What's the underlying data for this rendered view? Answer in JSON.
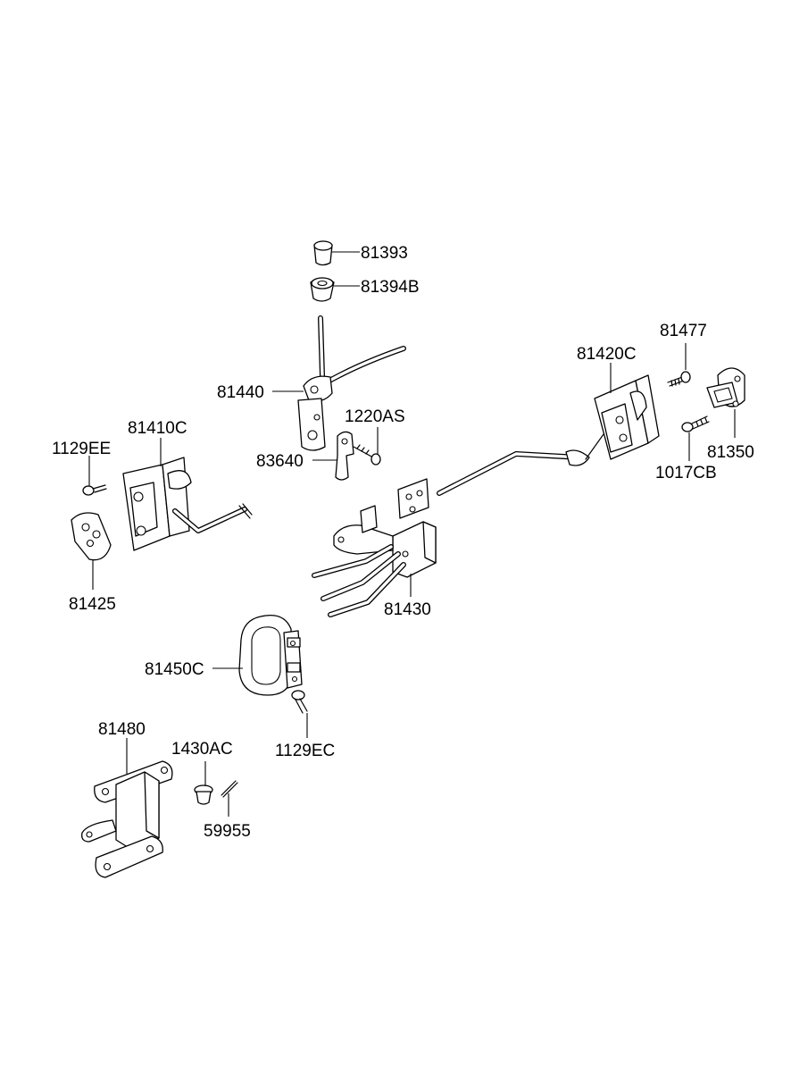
{
  "labels": {
    "p81393": "81393",
    "p81394b": "81394B",
    "p81440": "81440",
    "p1220as": "1220AS",
    "p83640": "83640",
    "p81410c": "81410C",
    "p1129ee": "1129EE",
    "p81425": "81425",
    "p81420c": "81420C",
    "p81477": "81477",
    "p81350": "81350",
    "p1017cb": "1017CB",
    "p81430": "81430",
    "p81450c": "81450C",
    "p1129ec": "1129EC",
    "p81480": "81480",
    "p1430ac": "1430AC",
    "p59955": "59955"
  },
  "colors": {
    "line": "#000000",
    "background": "#ffffff"
  }
}
